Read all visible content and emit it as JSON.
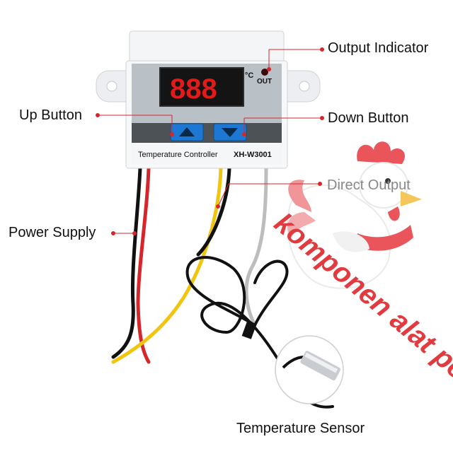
{
  "labels": {
    "output_indicator": "Output Indicator",
    "up_button": "Up Button",
    "down_button": "Down Button",
    "direct_output": "Direct Output",
    "power_supply": "Power Supply",
    "temperature_sensor": "Temperature Sensor"
  },
  "device": {
    "display_digits": "888",
    "unit": "°C",
    "out_label": "OUT",
    "name": "Temperature Controller",
    "model": "XH-W3001"
  },
  "watermark": {
    "text": "komponen alat penetas"
  },
  "colors": {
    "display": "#e11a1a",
    "button": "#1c78d2",
    "pointer": "#d6262b",
    "wire_red": "#d6262b",
    "wire_yellow": "#f1c40f",
    "wire_black": "#111111",
    "wire_gray": "#bdbdbd",
    "housing": "#f2f3f5",
    "panel": "#b9c0c6"
  }
}
